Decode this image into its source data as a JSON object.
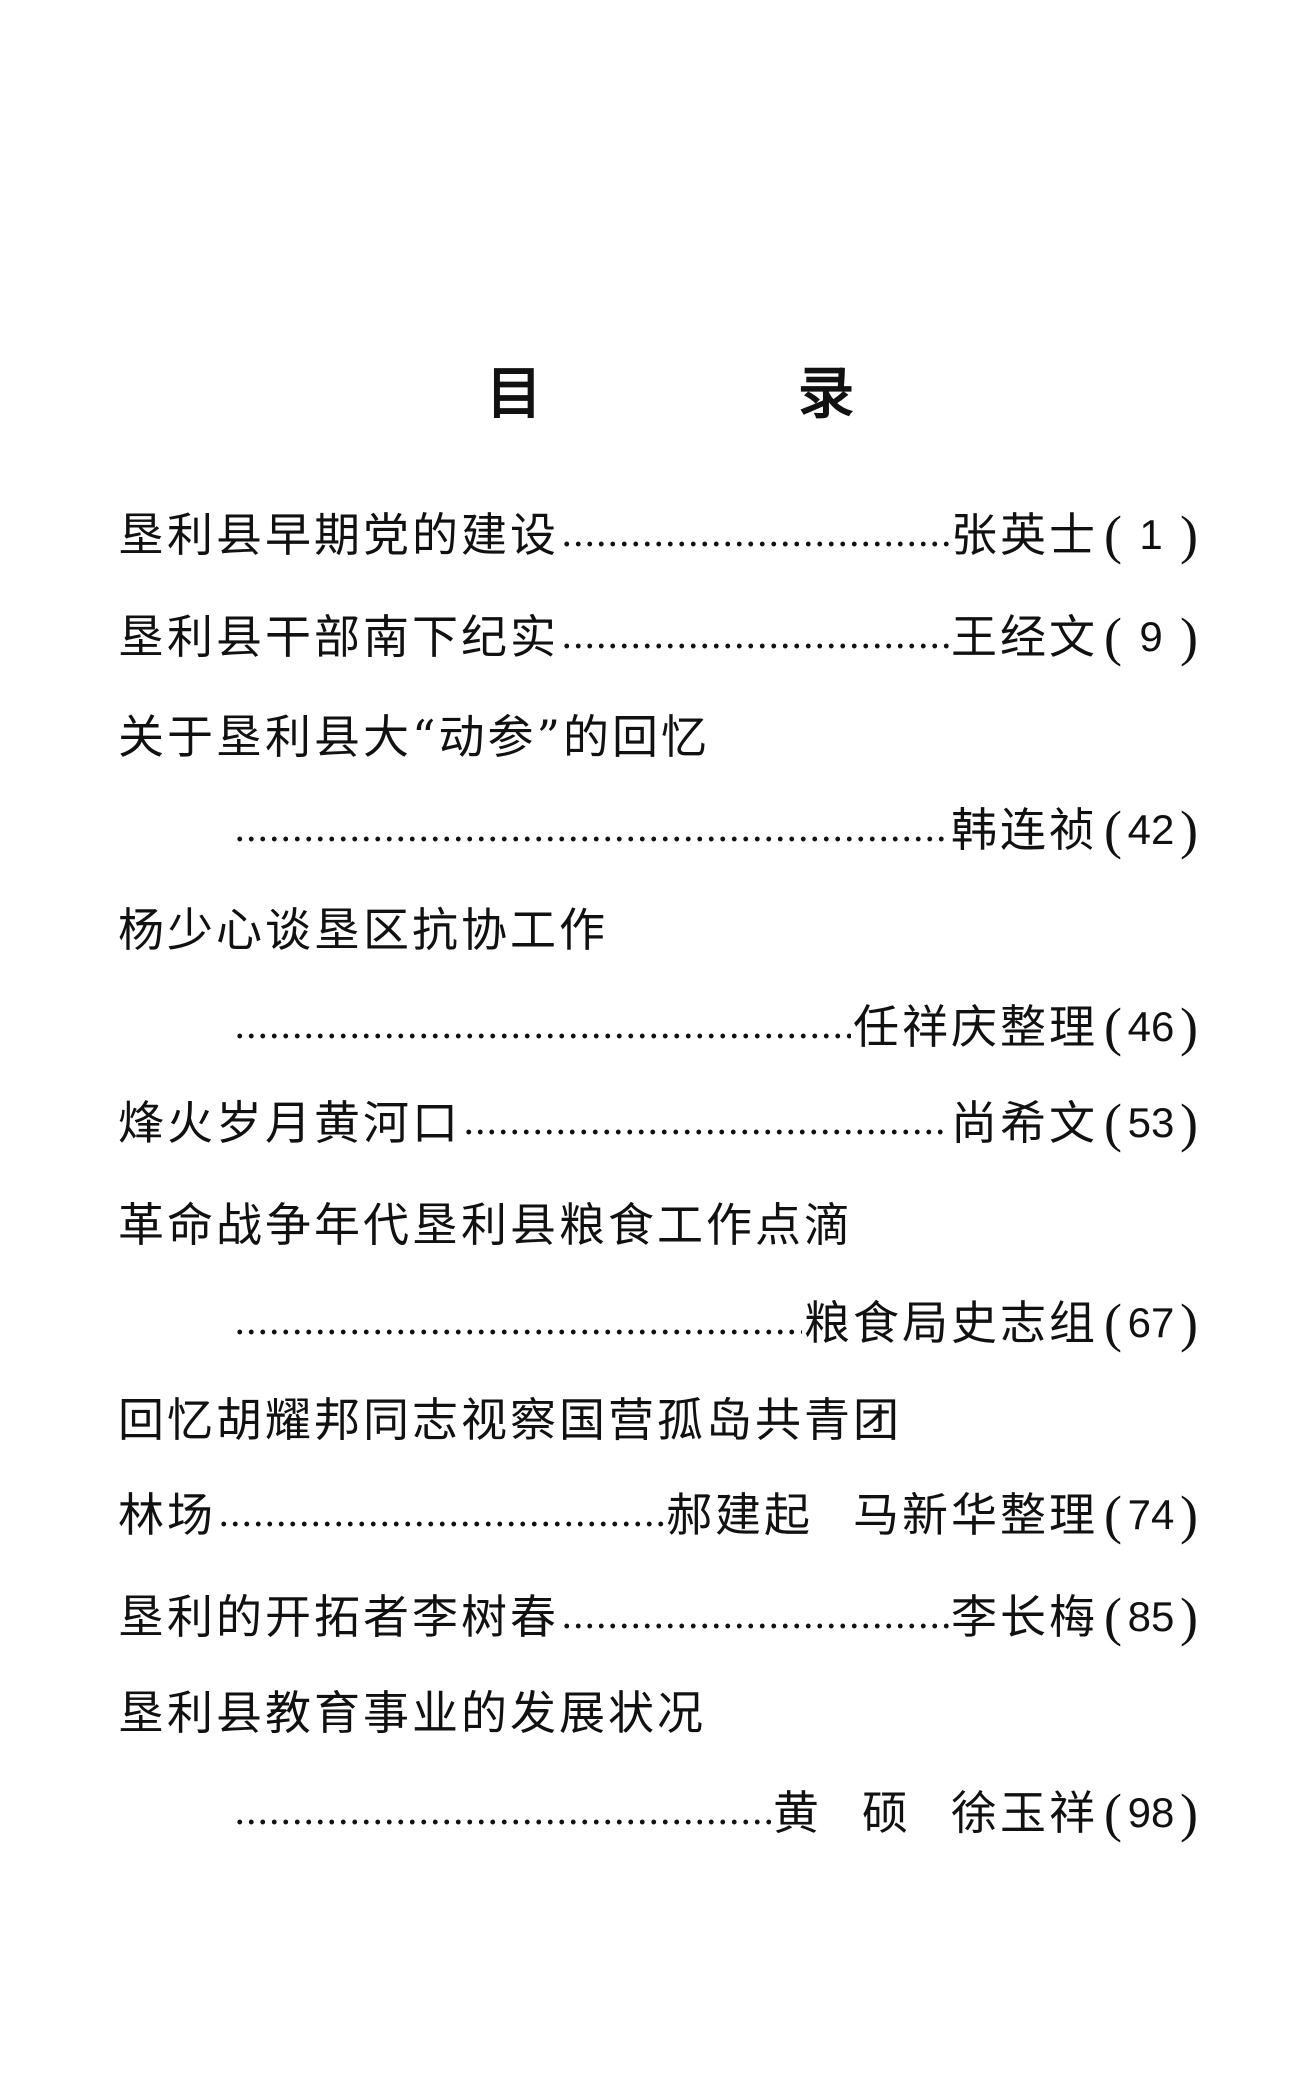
{
  "page": {
    "title_chars": [
      "目",
      "录"
    ]
  },
  "toc": [
    {
      "title": "垦利县早期党的建设",
      "author": "张英士",
      "page": "1"
    },
    {
      "title": "垦利县干部南下纪实",
      "author": "王经文",
      "page": "9"
    },
    {
      "title": "关于垦利县大“动参”的回忆",
      "author": "韩连祯",
      "page": "42"
    },
    {
      "title": "杨少心谈垦区抗协工作",
      "author": "任祥庆整理",
      "page": "46"
    },
    {
      "title": "烽火岁月黄河口",
      "author": "尚希文",
      "page": "53"
    },
    {
      "title": "革命战争年代垦利县粮食工作点滴",
      "author": "粮食局史志组",
      "page": "67"
    },
    {
      "title": "回忆胡耀邦同志视察国营孤岛共青团",
      "title_cont": "林场",
      "author_parts": [
        "郝建起",
        "马新华整理"
      ],
      "page": "74"
    },
    {
      "title": "垦利的开拓者李树春",
      "author": "李长梅",
      "page": "85"
    },
    {
      "title": "垦利县教育事业的发展状况",
      "author_parts": [
        "黄",
        "硕",
        "徐玉祥"
      ],
      "page": "98"
    }
  ],
  "glyphs": {
    "open_paren": "(",
    "close_paren": ")"
  }
}
